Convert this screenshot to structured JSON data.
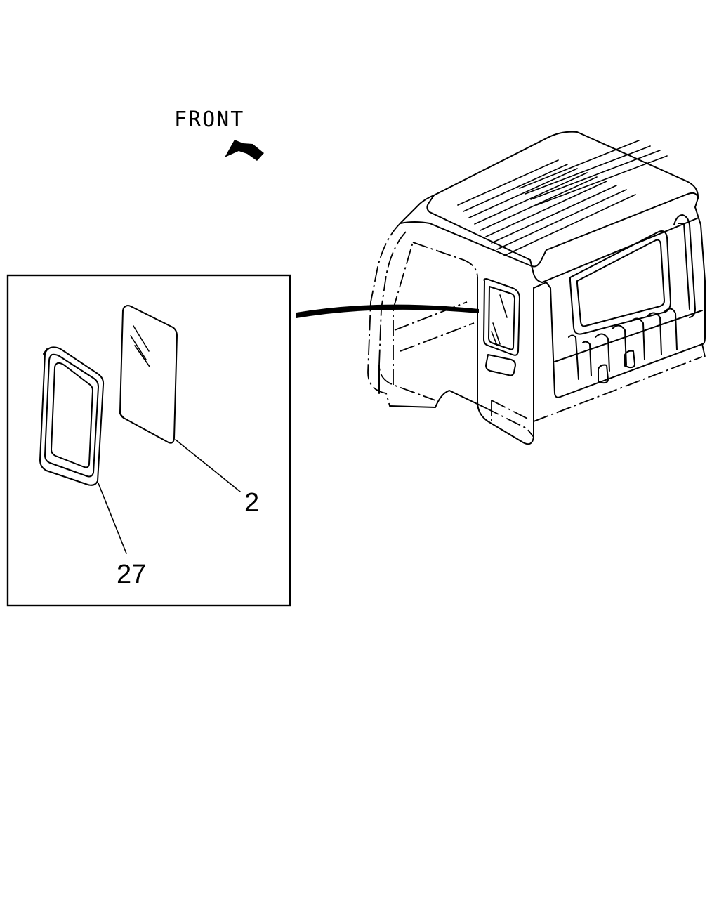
{
  "orientation": {
    "label": "FRONT",
    "arrow_icon": "arrow-up-left-icon"
  },
  "callouts": [
    {
      "number": "2",
      "part": "window-glass"
    },
    {
      "number": "27",
      "part": "window-weatherstrip"
    }
  ],
  "colors": {
    "ink": "#000000",
    "background": "#ffffff"
  }
}
